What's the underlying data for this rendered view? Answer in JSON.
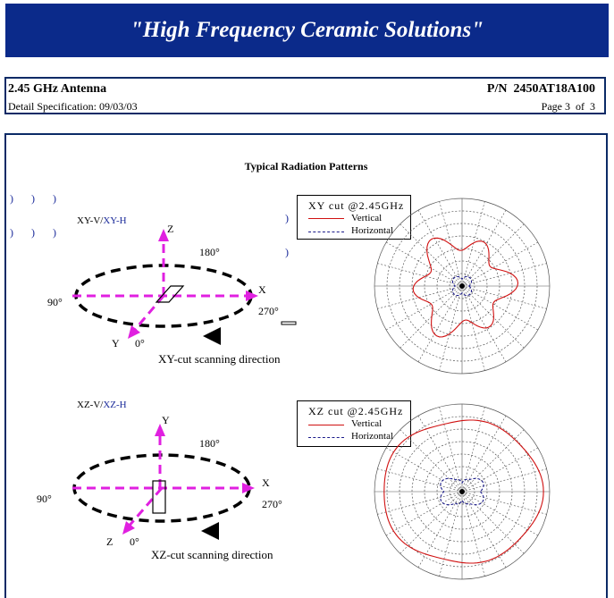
{
  "banner": {
    "title": "\"High Frequency Ceramic Solutions\""
  },
  "header": {
    "product": "2.45 GHz Antenna",
    "part_number": "P/N  2450AT18A100",
    "spec": "Detail Specification: 09/03/03",
    "page": "Page 3  of  3"
  },
  "main": {
    "section_title": "Typical Radiation Patterns",
    "marks": [
      ")",
      ")",
      ")",
      ")",
      ")",
      ")",
      ")",
      ")"
    ],
    "xy": {
      "label_v": "XY-V/",
      "label_h": "XY-H",
      "axis_z": "Z",
      "axis_x": "X",
      "axis_y": "Y",
      "deg_180": "180°",
      "deg_90": "90°",
      "deg_270": "270°",
      "deg_0": "0°",
      "scan": "XY-cut scanning direction",
      "legend_title": "XY cut @2.45GHz",
      "legend_vertical": "Vertical",
      "legend_horizontal": "Horizontal"
    },
    "xz": {
      "label_v": "XZ-V/",
      "label_h": "XZ-H",
      "axis_y": "Y",
      "axis_x": "X",
      "axis_z": "Z",
      "deg_180": "180°",
      "deg_90": "90°",
      "deg_270": "270°",
      "deg_0": "0°",
      "scan": "XZ-cut scanning direction",
      "legend_title": "XZ cut @2.45GHz",
      "legend_vertical": "Vertical",
      "legend_horizontal": "Horizontal"
    }
  },
  "colors": {
    "banner": "#0b2a8a",
    "axis_magenta": "#e020e0",
    "vertical_red": "#d01010",
    "horizontal_blue": "#1a1a8a",
    "label_blue": "#1a2a9a"
  }
}
